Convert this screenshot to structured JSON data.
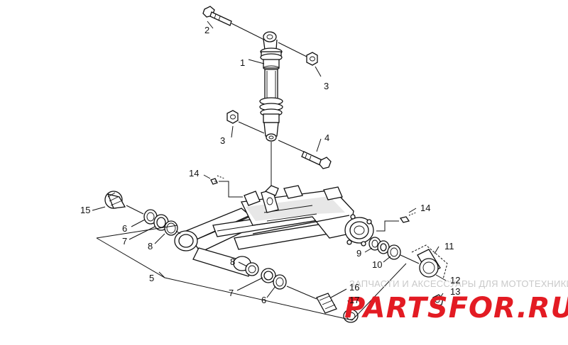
{
  "callouts": [
    {
      "id": "c1",
      "text": "1"
    },
    {
      "id": "c2",
      "text": "2"
    },
    {
      "id": "c3a",
      "text": "3"
    },
    {
      "id": "c3b",
      "text": "3"
    },
    {
      "id": "c4",
      "text": "4"
    },
    {
      "id": "c5",
      "text": "5"
    },
    {
      "id": "c6a",
      "text": "6"
    },
    {
      "id": "c6b",
      "text": "6"
    },
    {
      "id": "c7a",
      "text": "7"
    },
    {
      "id": "c7b",
      "text": "7"
    },
    {
      "id": "c8a",
      "text": "8"
    },
    {
      "id": "c8b",
      "text": "8"
    },
    {
      "id": "c9",
      "text": "9"
    },
    {
      "id": "c10",
      "text": "10"
    },
    {
      "id": "c11",
      "text": "11"
    },
    {
      "id": "c12",
      "text": "12"
    },
    {
      "id": "c13",
      "text": "13"
    },
    {
      "id": "c14a",
      "text": "14"
    },
    {
      "id": "c14b",
      "text": "14"
    },
    {
      "id": "c15",
      "text": "15"
    },
    {
      "id": "c16",
      "text": "16"
    },
    {
      "id": "c17",
      "text": "17"
    }
  ],
  "watermark": {
    "tagline": "ЗАПЧАСТИ И АКСЕССУАРЫ ДЛЯ МОТОТЕХНИКИ",
    "logo": "PARTSFOR.RU",
    "logo_color": "#e31b23",
    "tagline_color": "#c9c9c9"
  },
  "colors": {
    "line": "#111111",
    "background": "#ffffff"
  }
}
